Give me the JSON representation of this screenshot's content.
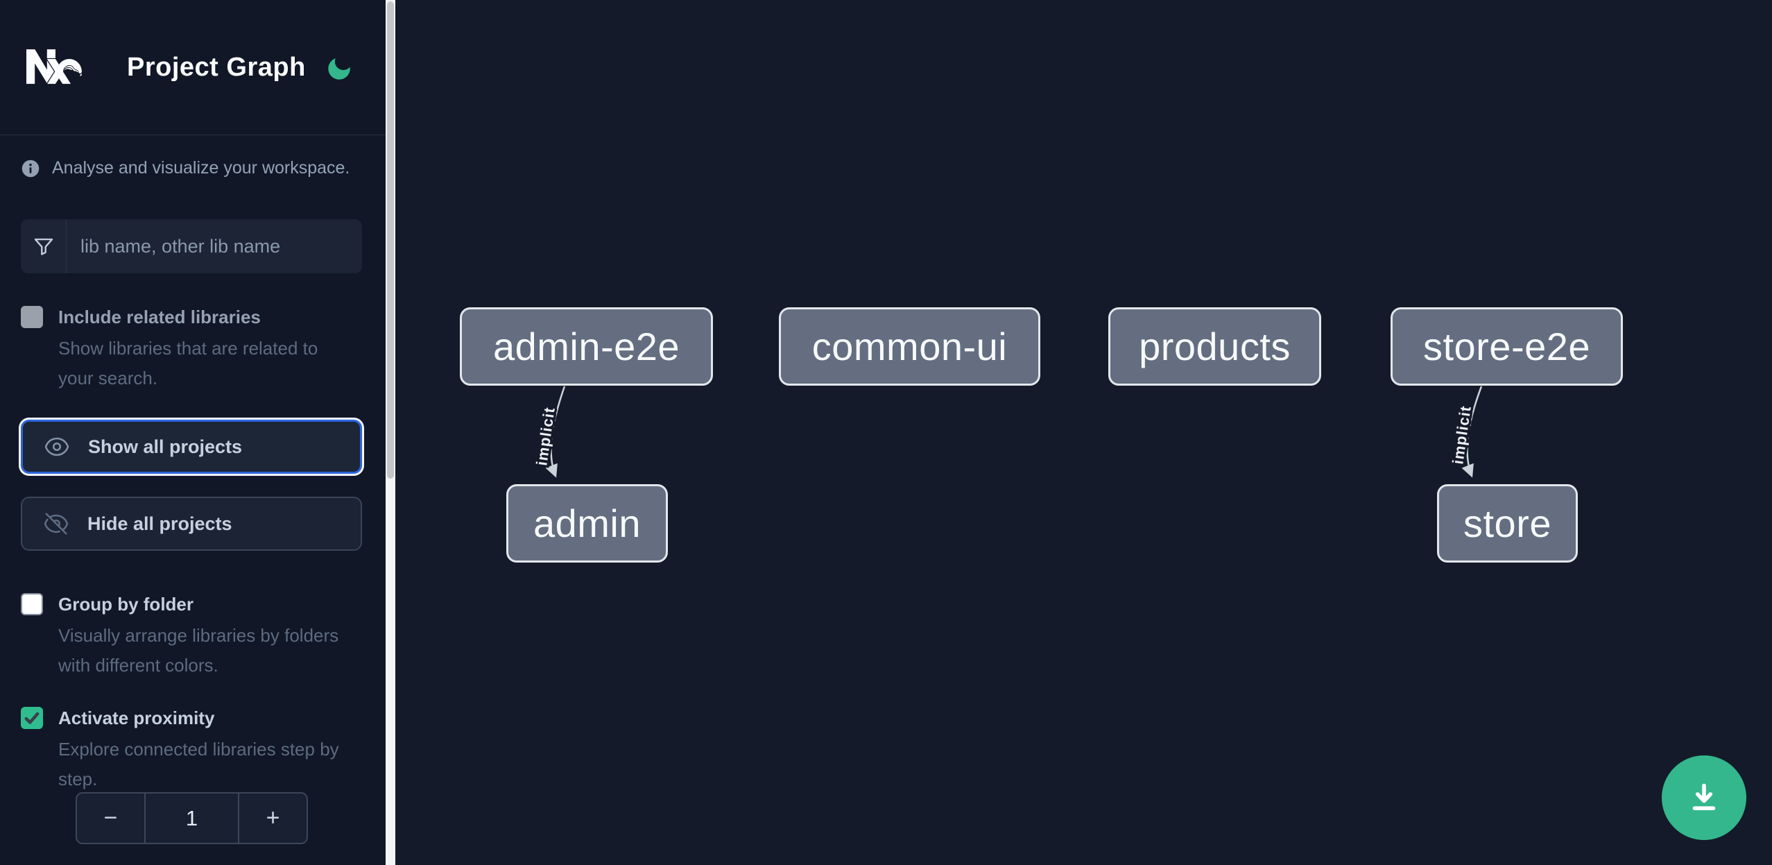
{
  "app": {
    "title": "Project Graph"
  },
  "intro": "Analyse and visualize your workspace.",
  "filter": {
    "placeholder": "lib name, other lib name",
    "value": ""
  },
  "toggles": {
    "include_related": {
      "label": "Include related libraries",
      "description": "Show libraries that are related to your search.",
      "checked": false,
      "disabled": true
    },
    "group_by_folder": {
      "label": "Group by folder",
      "description": "Visually arrange libraries by folders with different colors.",
      "checked": false
    },
    "proximity": {
      "label": "Activate proximity",
      "description": "Explore connected libraries step by step.",
      "checked": true
    }
  },
  "buttons": {
    "show_all": "Show all projects",
    "hide_all": "Hide all projects"
  },
  "stepper": {
    "decrement": "−",
    "value": "1",
    "increment": "+"
  },
  "graph": {
    "nodes": [
      {
        "id": "admin-e2e",
        "label": "admin-e2e"
      },
      {
        "id": "common-ui",
        "label": "common-ui"
      },
      {
        "id": "products",
        "label": "products"
      },
      {
        "id": "store-e2e",
        "label": "store-e2e"
      },
      {
        "id": "admin",
        "label": "admin"
      },
      {
        "id": "store",
        "label": "store"
      }
    ],
    "edges": [
      {
        "from": "admin-e2e",
        "to": "admin",
        "label": "implicit"
      },
      {
        "from": "store-e2e",
        "to": "store",
        "label": "implicit"
      }
    ]
  },
  "colors": {
    "accent_green": "#2fbd90",
    "focus_blue": "#2c66dd",
    "node_fill": "#646e80",
    "sidebar_bg": "#111726",
    "canvas_bg": "#141a29",
    "edge": "#ccd2da"
  }
}
